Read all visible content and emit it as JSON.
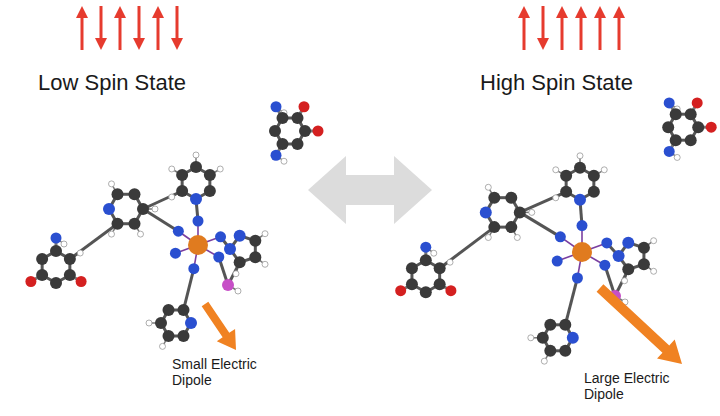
{
  "diagram": {
    "labels": [
      "Low Spin State",
      "High Spin State",
      "Small Electric Dipole",
      "Large Electric Dipole"
    ]
  }
}
